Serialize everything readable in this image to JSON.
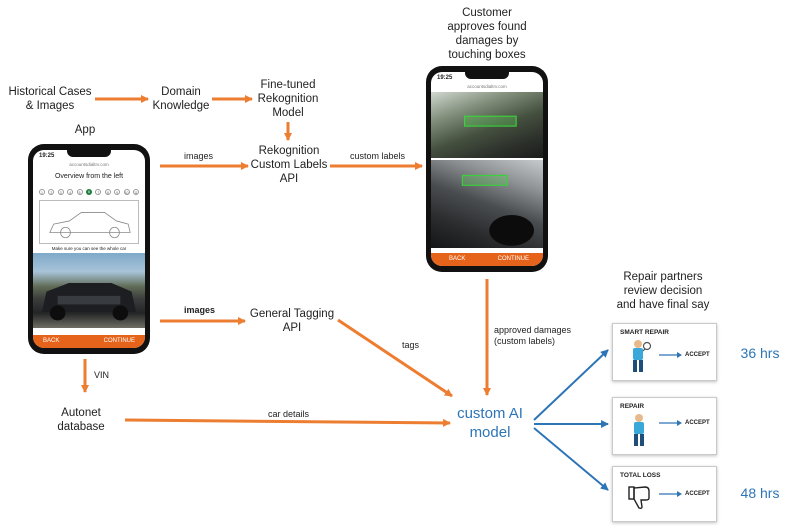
{
  "nodes": {
    "historical_cases": "Historical Cases\n& Images",
    "domain_knowledge": "Domain\nKnowledge",
    "finetuned_model": "Fine-tuned\nRekognition\nModel",
    "app": "App",
    "rekognition_api": "Rekognition\nCustom Labels\nAPI",
    "customer_approves": "Customer\napproves found\ndamages by\ntouching boxes",
    "general_tagging_api": "General Tagging\nAPI",
    "autonet_db": "Autonet\ndatabase",
    "custom_ai_model": "custom AI\nmodel",
    "repair_partners": "Repair partners\nreview decision\nand have final say"
  },
  "edge_labels": {
    "images_top": "images",
    "custom_labels": "custom labels",
    "images_bottom": "images",
    "tags": "tags",
    "approved_damages": "approved damages\n(custom labels)",
    "vin": "VIN",
    "car_details": "car details"
  },
  "phone_app": {
    "time": "19:25",
    "url": "accountsdialtrv.com",
    "heading": "Overview from the left",
    "steps": [
      "1",
      "2",
      "3",
      "4",
      "5",
      "6",
      "7",
      "8",
      "9",
      "10",
      "11"
    ],
    "hint": "Make sure you can see the whole car",
    "back": "BACK",
    "continue": "CONTINUE"
  },
  "phone_damages": {
    "time": "19:25",
    "url": "accountsdialtrv.com",
    "back": "BACK",
    "continue": "CONTINUE"
  },
  "outcomes": [
    {
      "title": "SMART REPAIR",
      "action": "ACCEPT",
      "time": "36 hrs",
      "icon": "repair-person-with-magnifier-icon"
    },
    {
      "title": "REPAIR",
      "action": "ACCEPT",
      "time": "",
      "icon": "mechanic-person-icon"
    },
    {
      "title": "TOTAL LOSS",
      "action": "ACCEPT",
      "time": "48 hrs",
      "icon": "thumbs-down-icon"
    }
  ],
  "colors": {
    "flow_arrow": "#ed7d31",
    "outcome_arrow": "#2e75b6",
    "accent_text": "#2e75b6",
    "app_button_bar": "#e5631a"
  }
}
